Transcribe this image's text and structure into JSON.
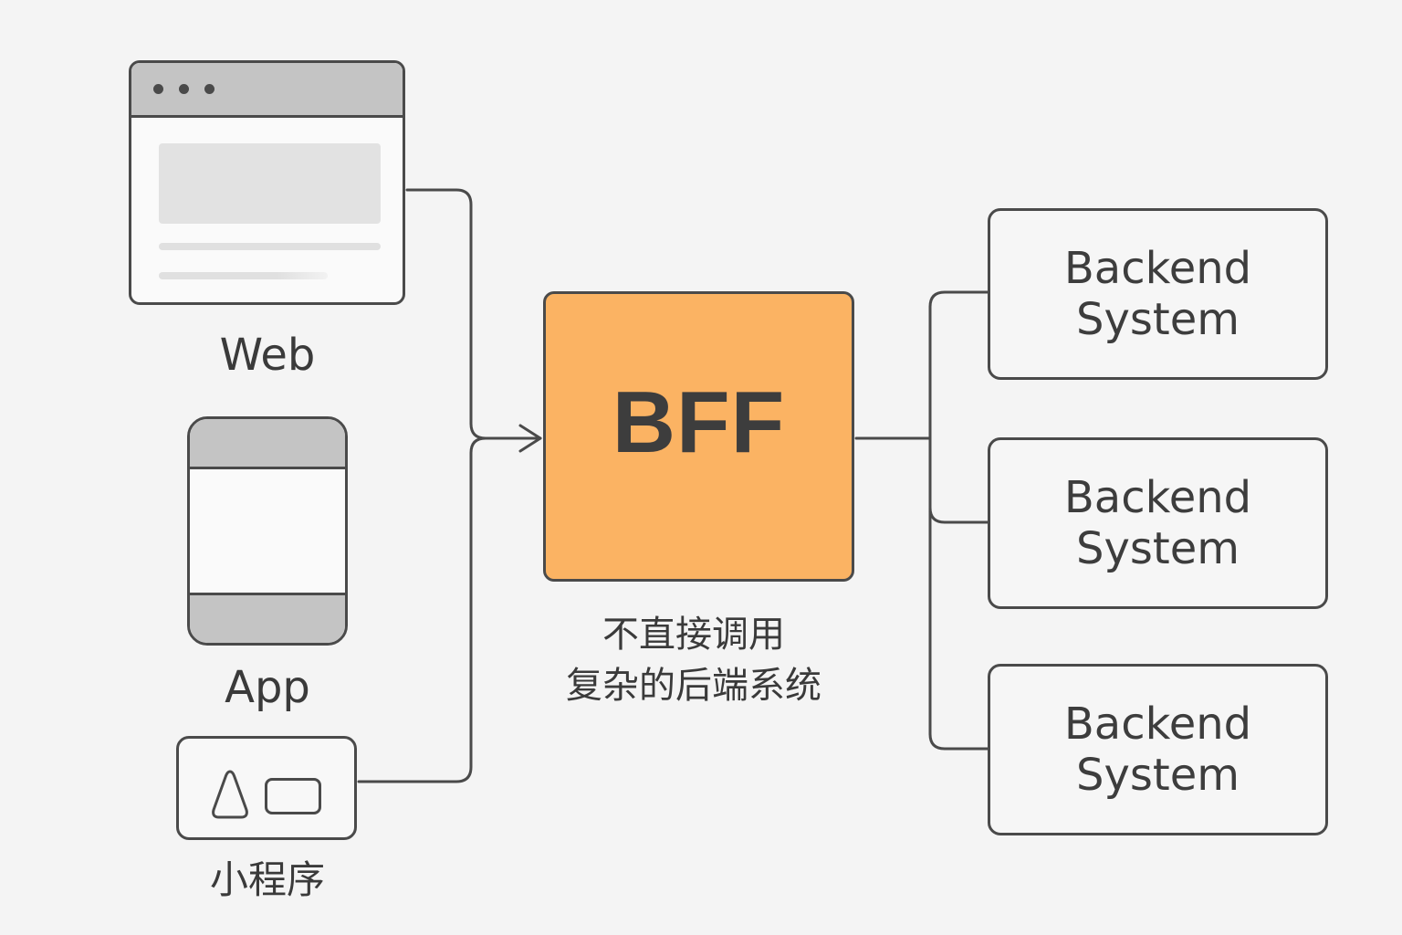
{
  "clients": [
    {
      "id": "web",
      "label": "Web"
    },
    {
      "id": "app",
      "label": "App"
    },
    {
      "id": "mini",
      "label": "小程序"
    }
  ],
  "bff": {
    "title": "BFF",
    "note_line1": "不直接调用",
    "note_line2": "复杂的后端系统"
  },
  "backends": [
    {
      "line1": "Backend",
      "line2": "System"
    },
    {
      "line1": "Backend",
      "line2": "System"
    },
    {
      "line1": "Backend",
      "line2": "System"
    }
  ],
  "colors": {
    "background": "#f4f4f4",
    "bff_fill": "#fbb363",
    "stroke": "#4a4a4a",
    "device_gray": "#c4c4c4"
  }
}
